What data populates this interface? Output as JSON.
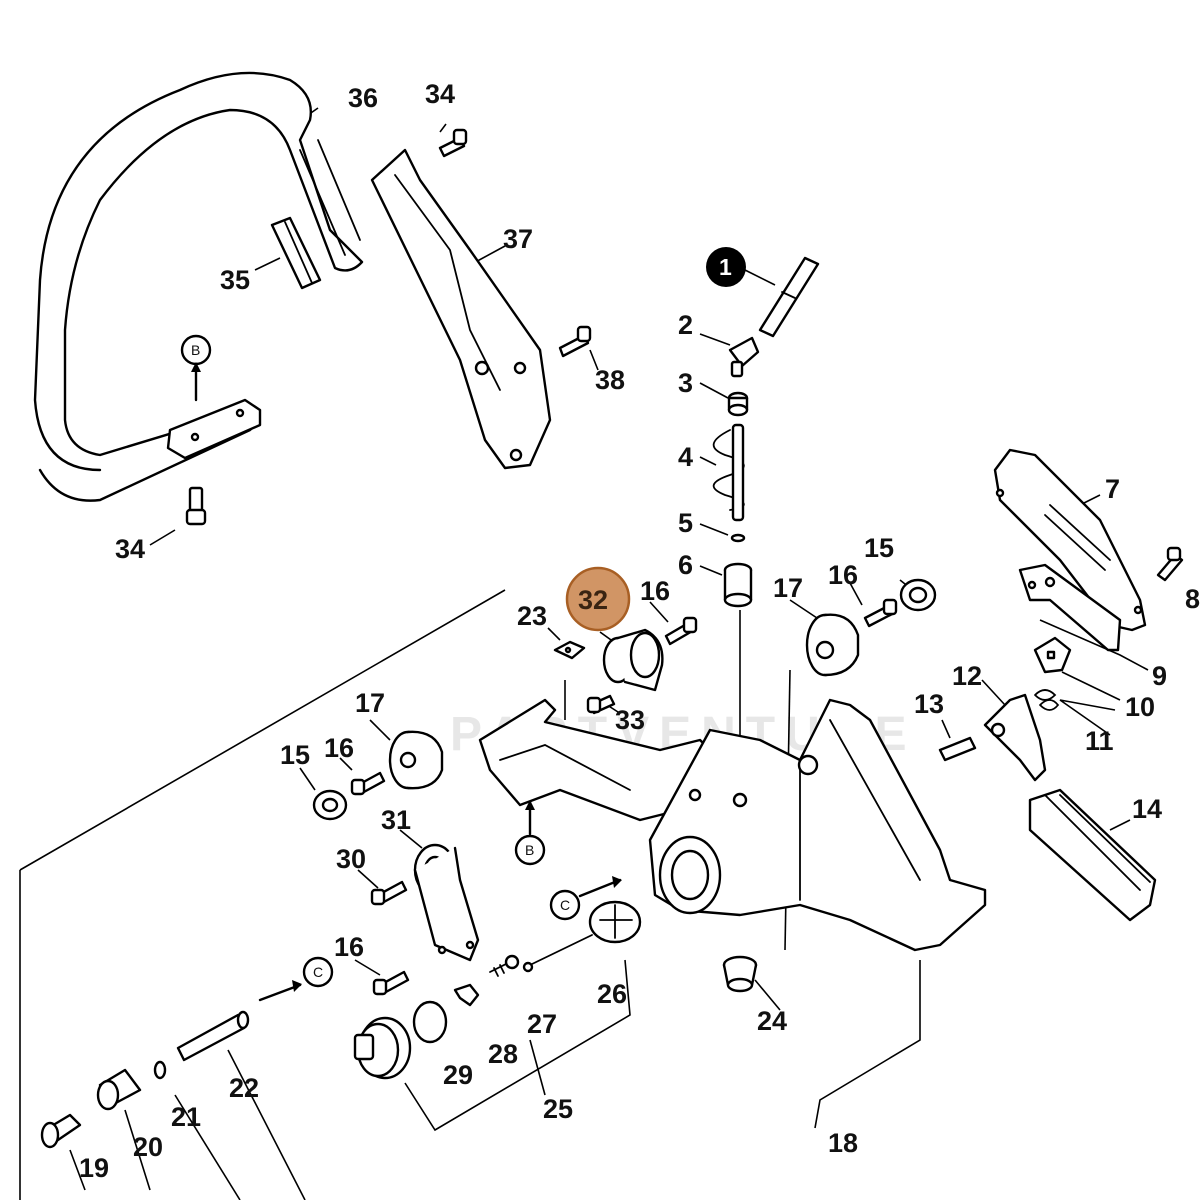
{
  "diagram": {
    "type": "exploded parts diagram",
    "highlight": {
      "part": "32",
      "color": "#c9824a"
    },
    "badge": "1",
    "watermark": "PARTVENTURE",
    "reference_markers": [
      "B",
      "B",
      "C",
      "C"
    ],
    "part_numbers": {
      "p1": "1",
      "p2": "2",
      "p3": "3",
      "p4": "4",
      "p5": "5",
      "p6": "6",
      "p7": "7",
      "p8": "8",
      "p9": "9",
      "p10": "10",
      "p11": "11",
      "p12": "12",
      "p13": "13",
      "p14": "14",
      "p15a": "15",
      "p15b": "15",
      "p16a": "16",
      "p16b": "16",
      "p16c": "16",
      "p16d": "16",
      "p17a": "17",
      "p17b": "17",
      "p18": "18",
      "p19": "19",
      "p20": "20",
      "p21": "21",
      "p22": "22",
      "p23": "23",
      "p24": "24",
      "p25": "25",
      "p26": "26",
      "p27": "27",
      "p28": "28",
      "p29": "29",
      "p30": "30",
      "p31": "31",
      "p32": "32",
      "p33": "33",
      "p34a": "34",
      "p34b": "34",
      "p35": "35",
      "p36": "36",
      "p37": "37",
      "p38": "38"
    }
  }
}
